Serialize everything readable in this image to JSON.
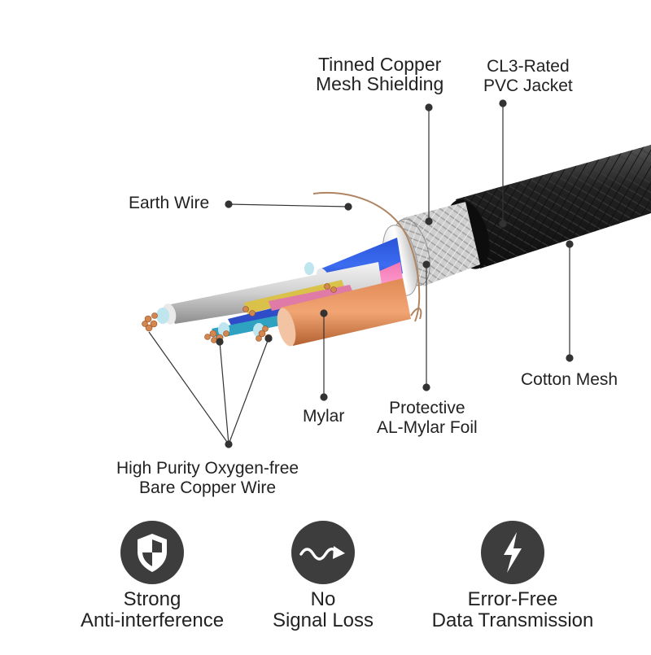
{
  "diagram": {
    "labels": {
      "tinned_copper": [
        "Tinned Copper",
        "Mesh Shielding"
      ],
      "cl3_jacket": [
        "CL3-Rated",
        "PVC Jacket"
      ],
      "earth_wire": [
        "Earth Wire"
      ],
      "cotton_mesh": [
        "Cotton Mesh"
      ],
      "mylar": [
        "Mylar"
      ],
      "protective_foil": [
        "Protective",
        "AL-Mylar Foil"
      ],
      "copper_wire": [
        "High Purity Oxygen-free",
        "Bare Copper Wire"
      ]
    }
  },
  "features": [
    {
      "icon": "shield-icon",
      "line1": "Strong",
      "line2": "Anti-interference"
    },
    {
      "icon": "wave-arrow-icon",
      "line1": "No",
      "line2": "Signal Loss"
    },
    {
      "icon": "lightning-icon",
      "line1": "Error-Free",
      "line2": "Data Transmission"
    }
  ],
  "colors": {
    "jacket": "#1c1c1c",
    "braid": "#c9c9c9",
    "copper": "#d4864f",
    "icon_circle": "#3d3d3d"
  }
}
